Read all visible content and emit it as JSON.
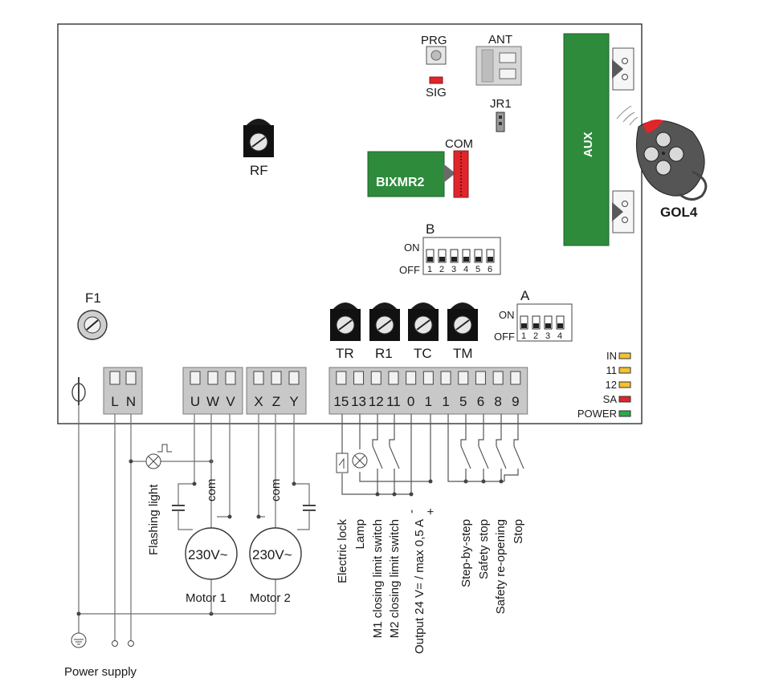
{
  "board": {
    "prg": "PRG",
    "sig": "SIG",
    "ant": "ANT",
    "jr1": "JR1",
    "rf": "RF",
    "bixmr2": "BIXMR2",
    "com": "COM",
    "aux": "AUX",
    "remote": "GOL4",
    "f1": "F1",
    "dip_b": {
      "name": "B",
      "on": "ON",
      "off": "OFF",
      "nums": [
        "1",
        "2",
        "3",
        "4",
        "5",
        "6"
      ]
    },
    "dip_a": {
      "name": "A",
      "on": "ON",
      "off": "OFF",
      "nums": [
        "1",
        "2",
        "3",
        "4"
      ]
    },
    "trimmers": [
      "TR",
      "R1",
      "TC",
      "TM"
    ],
    "leds": [
      {
        "label": "IN",
        "color": "#f2c230"
      },
      {
        "label": "11",
        "color": "#f2c230"
      },
      {
        "label": "12",
        "color": "#f2c230"
      },
      {
        "label": "SA",
        "color": "#e0252b"
      },
      {
        "label": "POWER",
        "color": "#2ea84a"
      }
    ]
  },
  "terminals": {
    "power": [
      "L",
      "N"
    ],
    "motor1": [
      "U",
      "W",
      "V"
    ],
    "motor2": [
      "X",
      "Z",
      "Y"
    ],
    "io": [
      "15",
      "13",
      "12",
      "11",
      "0",
      "1",
      "1",
      "5",
      "6",
      "8",
      "9"
    ]
  },
  "wiring": {
    "motor_label": "230V~",
    "motor1": "Motor 1",
    "motor2": "Motor 2",
    "com": "com",
    "flashing_light": "Flashing light",
    "power_supply": "Power supply",
    "minus": "-",
    "plus": "+",
    "io_labels": [
      "Electric lock",
      "Lamp",
      "M1 closing limit switch",
      "M2 closing limit switch",
      "Output 24 V= / max 0,5 A"
    ],
    "cmd_labels": [
      "Step-by-step",
      "Safety stop",
      "Safety re-opening",
      "Stop"
    ]
  },
  "colors": {
    "green_module": "#2e8b3c",
    "red_connector": "#e0252b",
    "terminal_grey": "#c8c8c8"
  }
}
